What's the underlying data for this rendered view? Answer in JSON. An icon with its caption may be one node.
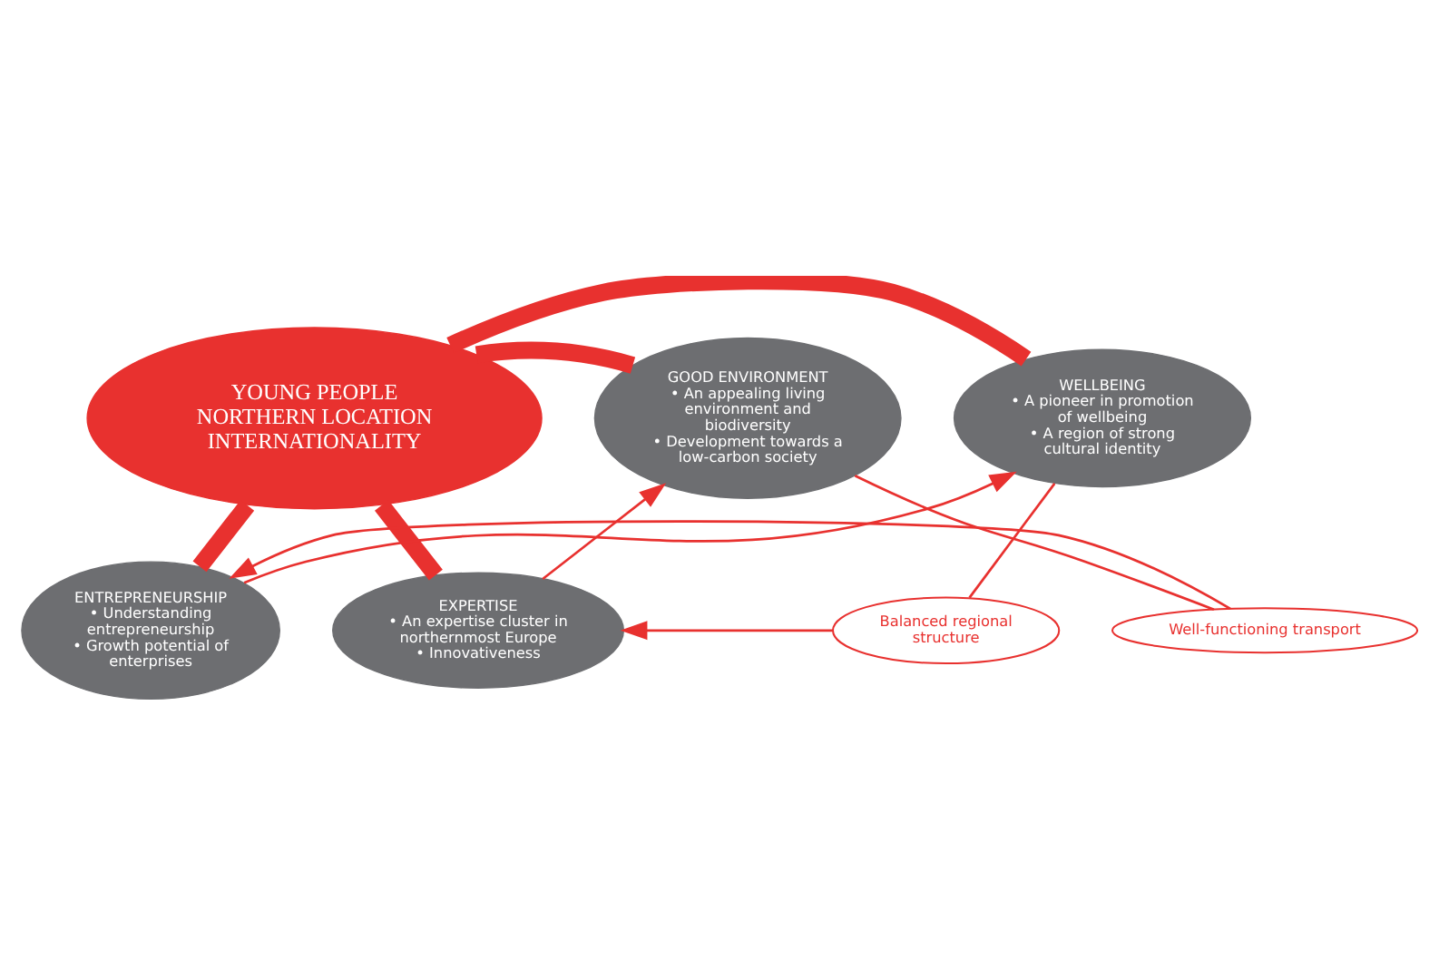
{
  "diagram": {
    "nodes": [
      {
        "text": [
          "YOUNG PEOPLE NORTHERN LOCATION INTERNATIONALITY"
        ]
      },
      {
        "text": [
          "ENTREPRENEURSHIP",
          "• Understanding entrepreneurship",
          "• Growth potential of enterprises"
        ]
      },
      {
        "text": [
          "WELLBEING",
          "• A pioneer in promotion of wellbeing",
          "• A region of strong cultural identity"
        ]
      },
      {
        "text": [
          "Balanced regional structure"
        ]
      },
      {
        "text": [
          "EXPERTISE",
          "• An expertise cluster in northernmost Europe",
          "• Innovativeness"
        ]
      },
      {
        "text": [
          "GOOD ENVIRONMENT",
          "• An appealing living environment and biodiversity",
          "• Development towards a low-carbon society"
        ]
      },
      {
        "text": [
          "Well-functioning transport"
        ]
      }
    ],
    "edges": [
      {
        "from": 0,
        "to": 1,
        "arrow": "none",
        "style": "thick"
      },
      {
        "from": 0,
        "to": 2,
        "arrow": "none",
        "style": "thick"
      },
      {
        "from": 0,
        "to": 4,
        "arrow": "none",
        "style": "thick"
      },
      {
        "from": 0,
        "to": 5,
        "arrow": "none",
        "style": "thick"
      },
      {
        "from": 1,
        "to": 2,
        "arrow": "to"
      },
      {
        "from": 2,
        "to": 3,
        "arrow": "none"
      },
      {
        "from": 3,
        "to": 4,
        "arrow": "to"
      },
      {
        "from": 4,
        "to": 5,
        "arrow": "to"
      },
      {
        "from": 5,
        "to": 6,
        "arrow": "none"
      },
      {
        "from": 6,
        "to": 1,
        "arrow": "to"
      }
    ]
  }
}
